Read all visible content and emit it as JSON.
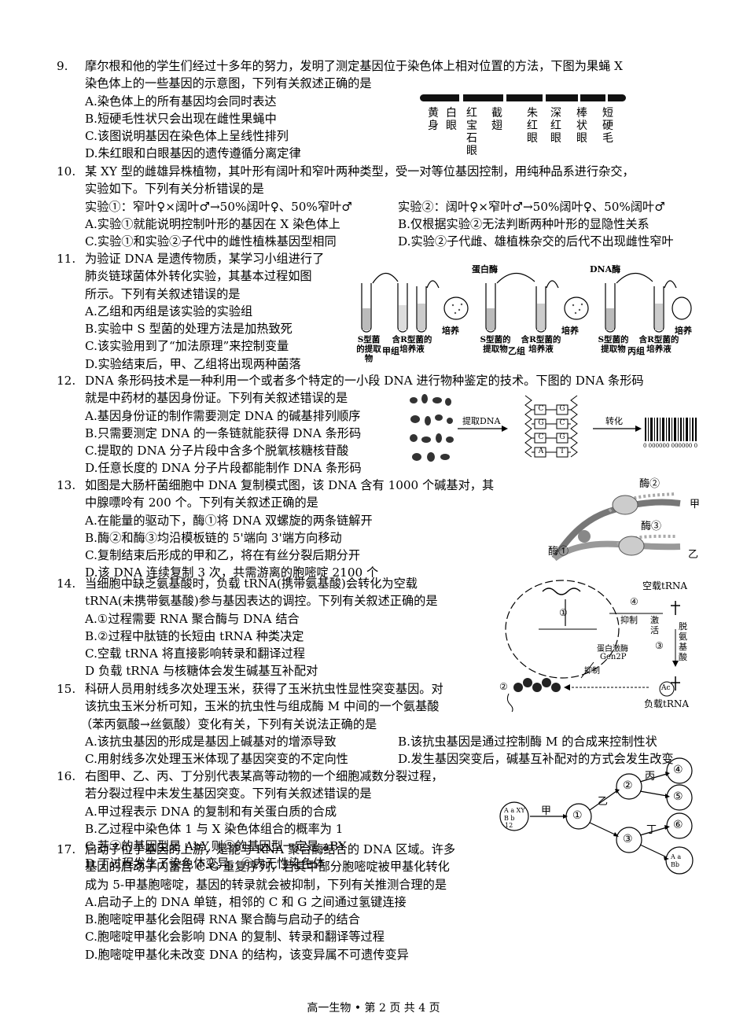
{
  "questions": [
    {
      "num": "9.",
      "lines": [
        "摩尔根和他的学生们经过十多年的努力，发明了测定基因位于染色体上相对位置的方法，下图为果蝇 X",
        "染色体上的一些基因的示意图，下列有关叙述正确的是"
      ],
      "options": [
        "A.染色体上的所有基因均会同时表达",
        "B.短硬毛性状只会出现在雌性果蝇中",
        "C.该图说明基因在染色体上呈线性排列",
        "D.朱红眼和白眼基因的遗传遵循分离定律"
      ]
    },
    {
      "num": "10.",
      "lines": [
        "某 XY 型的雌雄异株植物，其叶形有阔叶和窄叶两种类型，受一对等位基因控制，用纯种品系进行杂交，",
        "实验如下。下列有关分析错误的是"
      ],
      "pairs": [
        [
          "实验①：窄叶♀×阔叶♂→50%阔叶♀、50%窄叶♂",
          "实验②：阔叶♀×窄叶♂→50%阔叶♀、50%阔叶♂"
        ],
        [
          "A.实验①就能说明控制叶形的基因在 X 染色体上",
          "B.仅根据实验②无法判断两种叶形的显隐性关系"
        ],
        [
          "C.实验①和实验②子代中的雌性植株基因型相同",
          "D.实验②子代雌、雄植株杂交的后代不出现雌性窄叶"
        ]
      ]
    },
    {
      "num": "11.",
      "lines": [
        "为验证 DNA 是遗传物质，某学习小组进行了",
        "肺炎链球菌体外转化实验，其基本过程如图",
        "所示。下列有关叙述错误的是"
      ],
      "options": [
        "A.乙组和丙组是该实验的实验组",
        "B.实验中 S 型菌的处理方法是加热致死",
        "C.该实验用到了“加法原理”来控制变量",
        "D.实验结束后，甲、乙组将出现两种菌落"
      ]
    },
    {
      "num": "12.",
      "lines": [
        "DNA 条形码技术是一种利用一个或者多个特定的一小段 DNA 进行物种鉴定的技术。下图的 DNA 条形码",
        "就是中药材的基因身份证。下列有关叙述错误的是"
      ],
      "options": [
        "A.基因身份证的制作需要测定 DNA 的碱基排列顺序",
        "B.只需要测定 DNA 的一条链就能获得 DNA 条形码",
        "C.提取的 DNA 分子片段中含多个脱氧核糖核苷酸",
        "D.任意长度的 DNA 分子片段都能制作 DNA 条形码"
      ]
    },
    {
      "num": "13.",
      "lines": [
        "如图是大肠杆菌细胞中 DNA 复制模式图，该 DNA 含有 1000 个碱基对，其",
        "中腺嘌呤有 200 个。下列有关叙述正确的是"
      ],
      "options": [
        "A.在能量的驱动下，酶①将 DNA 双螺旋的两条链解开",
        "B.酶②和酶③均沿模板链的 5'端向 3'端方向移动",
        "C.复制结束后形成的甲和乙，将在有丝分裂后期分开",
        "D.该 DNA 连续复制 3 次，共需游离的胞嘧啶 2100 个"
      ]
    },
    {
      "num": "14.",
      "lines": [
        "当细胞中缺乏氨基酸时，负载 tRNA(携带氨基酸)会转化为空载",
        "tRNA(未携带氨基酸)参与基因表达的调控。下列有关叙述正确的是"
      ],
      "options": [
        "A.①过程需要 RNA 聚合酶与 DNA 结合",
        "B.②过程中肽链的长短由 tRNA 种类决定",
        "C.空载 tRNA 将直接影响转录和翻译过程",
        "D 负载 tRNA 与核糖体会发生碱基互补配对"
      ]
    },
    {
      "num": "15.",
      "lines": [
        "科研人员用射线多次处理玉米，获得了玉米抗虫性显性突变基因。对",
        "该抗虫玉米分析可知，玉米的抗虫性与组成酶 M 中间的一个氨基酸",
        "（苯丙氨酸→丝氨酸）变化有关，下列有关说法正确的是"
      ],
      "pairs": [
        [
          "A.该抗虫基因的形成是基因上碱基对的增添导致",
          "B.该抗虫基因是通过控制酶 M 的合成来控制性状"
        ],
        [
          "C.用射线多次处理玉米体现了基因突变的不定向性",
          "D.发生基因突变后，碱基互补配对的方式会发生改变"
        ]
      ]
    },
    {
      "num": "16.",
      "lines": [
        "右图甲、乙、丙、丁分别代表某高等动物的一个细胞减数分裂过程，",
        "若分裂过程中未发生基因突变。下列有关叙述错误的是"
      ],
      "options": [
        "A.甲过程表示 DNA 的复制和有关蛋白质的合成",
        "B.乙过程中染色体 1 与 X 染色体组合的概率为 1",
        "C.若④的基因型是 AbY,则⑤的基因型一定是 aBY",
        "D.丁过程发生了染色体变异，⑥内无性染色体"
      ]
    },
    {
      "num": "17.",
      "lines": [
        "启动子位于基因的上游，是能与 RNA 聚合酶结合的 DNA 区域。许多",
        "基因的启动子内富含 C-G 重复序列，若其中部分胞嘧啶被甲基化转化",
        "成为 5-甲基胞嘧啶，基因的转录就会被抑制，下列有关推测合理的是"
      ],
      "options": [
        "A.启动子上的 DNA 单链，相邻的 C 和 G 之间通过氢键连接",
        "B.胞嘧啶甲基化会阻碍 RNA 聚合酶与启动子的结合",
        "C.胞嘧啶甲基化会影响 DNA 的复制、转录和翻译等过程",
        "D.胞嘧啶甲基化未改变 DNA 的结构，该变异属不可遗传变异"
      ]
    }
  ],
  "fig9": {
    "genes": [
      "黄身",
      "白眼",
      "红宝石眼",
      "截翅",
      "朱红眼",
      "深红眼",
      "棒状眼",
      "短硬毛"
    ]
  },
  "fig11": {
    "enz1": "蛋白酶",
    "enz2": "DNA酶",
    "culture": "培养",
    "tube_s": "S型菌的提取物",
    "tube_r": "含R型菌的培养液",
    "g1": "甲组",
    "g2": "乙组",
    "g3": "丙组"
  },
  "fig12": {
    "extract": "提取DNA",
    "convert": "转化",
    "bases_left": [
      "C",
      "G",
      "C",
      "A"
    ],
    "bases_right": [
      "G",
      "C",
      "G",
      "T"
    ],
    "barcode_digits": "0 000000 000000 0"
  },
  "fig13": {
    "e1": "酶①",
    "e2": "酶②",
    "e3": "酶③",
    "jia": "甲",
    "yi": "乙"
  },
  "fig14": {
    "empty": "空载tRNA",
    "loaded": "负载tRNA",
    "s1": "①",
    "s2": "②",
    "s3": "③",
    "s4": "④",
    "inhibit": "抑制",
    "activate": "激活",
    "deamino": "脱氨基酸",
    "kinase": "蛋白激酶",
    "gen": "Gen2P",
    "inhibit2": "抑制",
    "ac": "Ac"
  },
  "fig16": {
    "jia": "甲",
    "yi": "乙",
    "bing": "丙",
    "ding": "丁",
    "c1": "①",
    "c2": "②",
    "c3": "③",
    "c4": "④",
    "c5": "⑤",
    "c6": "⑥"
  },
  "footer": "高一生物 • 第 2 页 共 4 页"
}
